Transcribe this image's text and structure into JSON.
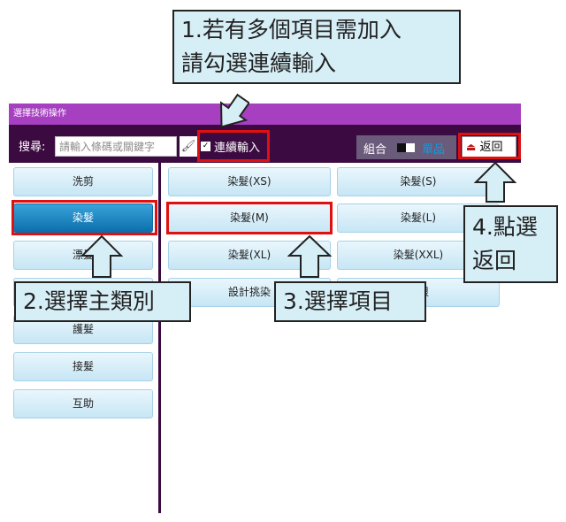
{
  "window": {
    "title": "選擇技術操作"
  },
  "toolbar": {
    "search_label": "搜尋:",
    "search_placeholder": "請輸入條碼或關鍵字",
    "continuous_input_label": "連續輸入",
    "continuous_checked": true,
    "mode_combo_label": "組合",
    "mode_single_label": "單品",
    "back_label": "返回"
  },
  "categories": [
    {
      "label": "洗剪",
      "selected": false
    },
    {
      "label": "染髮",
      "selected": true
    },
    {
      "label": "漂髮",
      "selected": false
    },
    {
      "label": "",
      "selected": false
    },
    {
      "label": "護髮",
      "selected": false
    },
    {
      "label": "接髮",
      "selected": false
    },
    {
      "label": "互助",
      "selected": false
    }
  ],
  "items": [
    "染髮(XS)",
    "染髮(S)",
    "染髮(M)",
    "染髮(L)",
    "染髮(XL)",
    "染髮(XXL)",
    "設計挑染",
    "髮根"
  ],
  "annotations": {
    "step1": "1.若有多個項目需加入\n請勾選連續輸入",
    "step2": "2.選擇主類別",
    "step3": "3.選擇項目",
    "step4": "4.點選\n返回"
  },
  "colors": {
    "titlebar": "#a63fc0",
    "frame": "#3b0a40",
    "selected": "#0b6fad",
    "highlight": "#e01010",
    "callout": "#d6eef6",
    "single_text": "#00a0e8"
  }
}
